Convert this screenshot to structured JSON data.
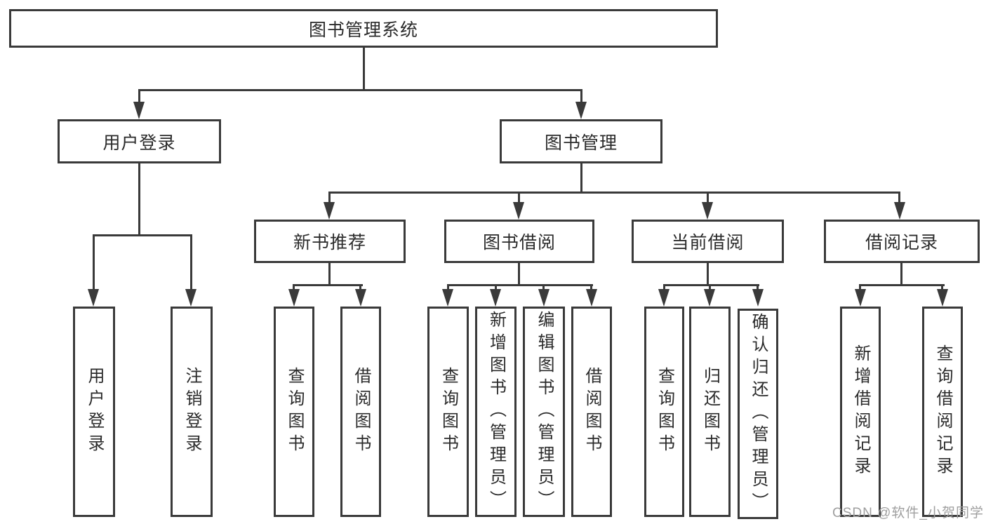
{
  "colors": {
    "line": "#3a3a3a",
    "text": "#2b2b2b",
    "watermark": "#9f9f9f",
    "background": "#ffffff"
  },
  "watermark": "CSDN @软件_小贺同学",
  "tree": {
    "root": {
      "label": "图书管理系统"
    },
    "branches": [
      {
        "label": "用户登录",
        "leaves": [
          {
            "label": "用户登录"
          },
          {
            "label": "注销登录"
          }
        ]
      },
      {
        "label": "图书管理",
        "groups": [
          {
            "label": "新书推荐",
            "leaves": [
              {
                "label": "查询图书"
              },
              {
                "label": "借阅图书"
              }
            ]
          },
          {
            "label": "图书借阅",
            "leaves": [
              {
                "label": "查询图书"
              },
              {
                "label": "新增图书（管理员）"
              },
              {
                "label": "编辑图书（管理员）"
              },
              {
                "label": "借阅图书"
              }
            ]
          },
          {
            "label": "当前借阅",
            "leaves": [
              {
                "label": "查询图书"
              },
              {
                "label": "归还图书"
              },
              {
                "label": "确认归还（管理员）"
              }
            ]
          },
          {
            "label": "借阅记录",
            "leaves": [
              {
                "label": "新增借阅记录"
              },
              {
                "label": "查询借阅记录"
              }
            ]
          }
        ]
      }
    ]
  }
}
